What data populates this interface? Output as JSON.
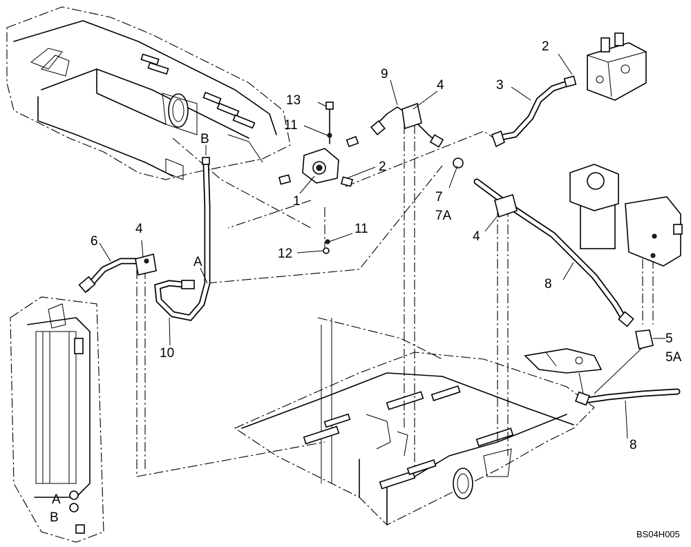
{
  "drawing": {
    "code": "BS04H005",
    "callouts": {
      "c1": "1",
      "c2a": "2",
      "c2b": "2",
      "c3": "3",
      "c4a": "4",
      "c4b": "4",
      "c4c": "4",
      "c5": "5",
      "c5a": "5A",
      "c6": "6",
      "c7": "7",
      "c7a": "7A",
      "c8a": "8",
      "c8b": "8",
      "c9": "9",
      "c10": "10",
      "c11a": "11",
      "c11b": "11",
      "c12": "12",
      "c13": "13",
      "ca1": "A",
      "ca2": "A",
      "cb1": "B",
      "cb2": "B"
    }
  }
}
